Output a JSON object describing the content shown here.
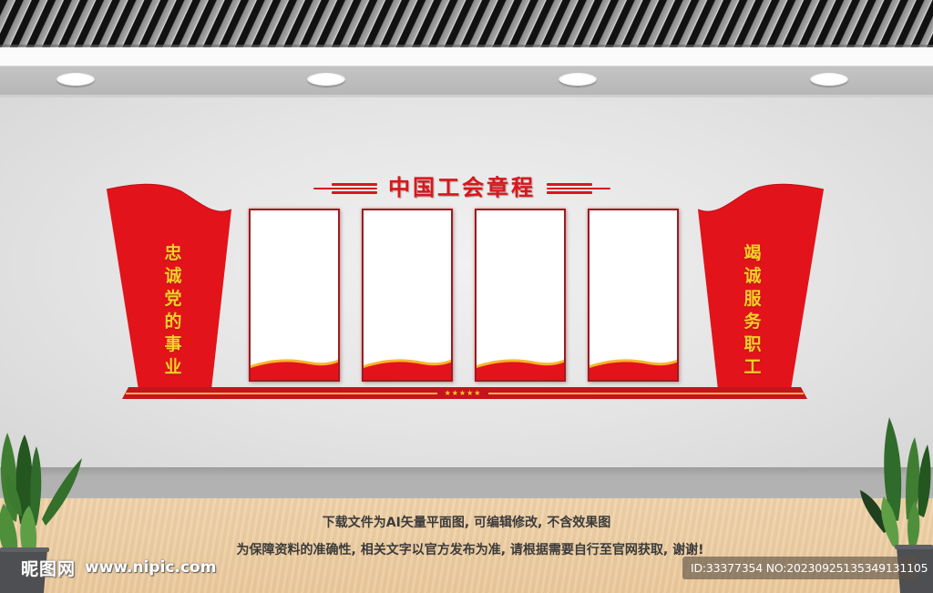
{
  "scene": {
    "type": "interior wall display mockup",
    "colors": {
      "primary_red": "#d7171d",
      "dark_red": "#9b1c22",
      "gold": "#f8cf2a",
      "wall": "#e6e6e6",
      "floor": "#ecc99c",
      "baseboard": "#b1b1b1"
    },
    "ceiling_lights": 4
  },
  "display": {
    "title": "中国工会章程",
    "left_banner": {
      "text": "忠诚党的事业",
      "chars": [
        "忠",
        "诚",
        "党",
        "的",
        "事",
        "业"
      ]
    },
    "right_banner": {
      "text": "竭诚服务职工",
      "chars": [
        "竭",
        "诚",
        "服",
        "务",
        "职",
        "工"
      ]
    },
    "panels": [
      {
        "index": 1,
        "content": ""
      },
      {
        "index": 2,
        "content": ""
      },
      {
        "index": 3,
        "content": ""
      },
      {
        "index": 4,
        "content": ""
      }
    ],
    "base_stars": "★★★★★"
  },
  "notes": {
    "line1": "下载文件为AI矢量平面图, 可编辑修改, 不含效果图",
    "line2": "为保障资料的准确性, 相关文字以官方发布为准, 请根据需要自行至官网获取, 谢谢!"
  },
  "watermark": {
    "logo": "昵图网",
    "url": "www.nipic.com"
  },
  "id_badge": {
    "text": "ID:33377354 NO:20230925135349131105"
  }
}
